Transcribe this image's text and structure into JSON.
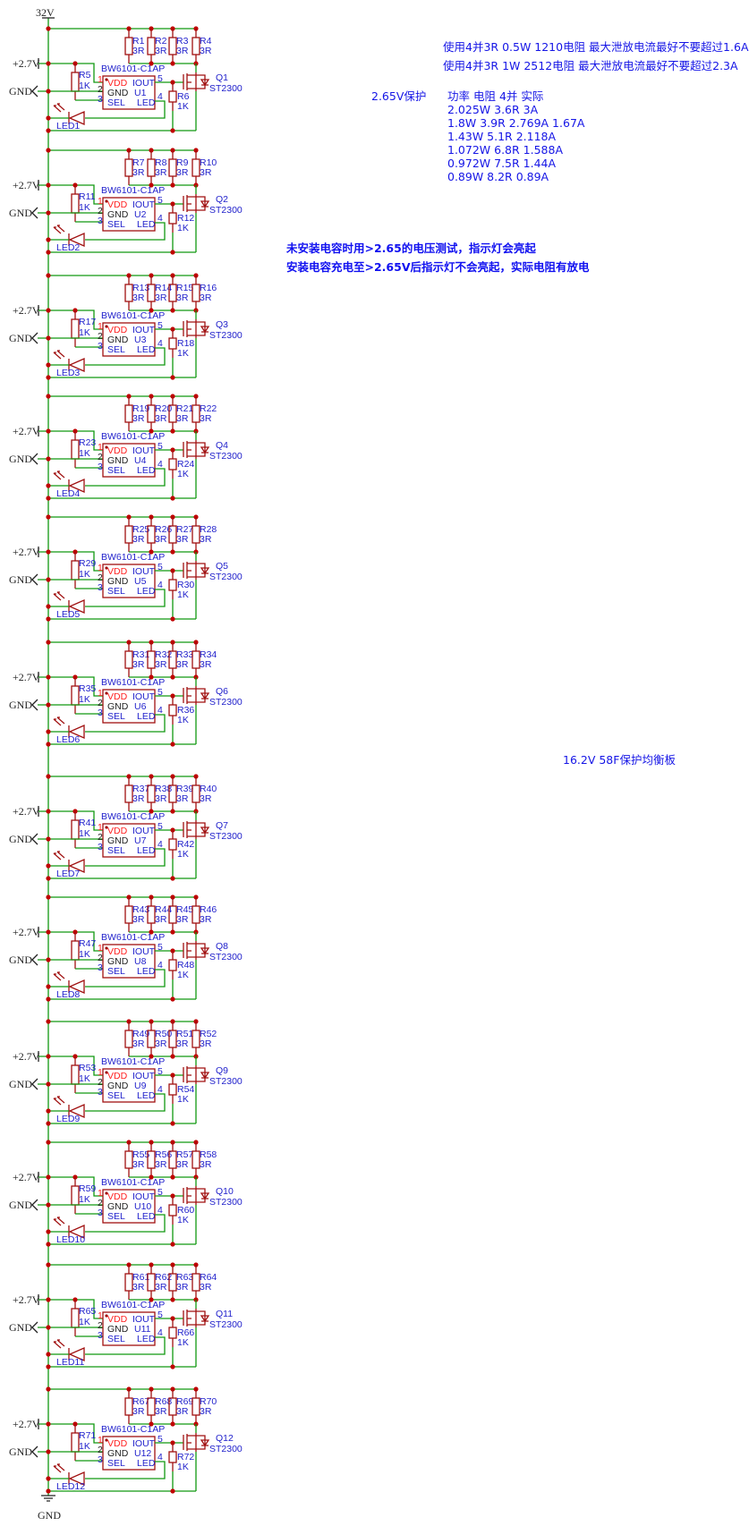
{
  "colors": {
    "wire": "#119911",
    "part": "#a01010",
    "junction": "#c00000",
    "label": "#2222cc",
    "pin1": "#ff2020",
    "text": "#1515e6"
  },
  "power": {
    "supply": "32V",
    "cell_rail": "+2.7V",
    "gnd": "GND"
  },
  "common": {
    "bleed_value": "3R",
    "res_1k": "1K",
    "chip_part": "BW6101-C1AP",
    "pin_vdd": "VDD",
    "pin_gnd": "GND",
    "pin_sel": "SEL",
    "pin_iout": "IOUT",
    "pin_led": "LED",
    "pin_nums": [
      "1",
      "2",
      "3",
      "4",
      "5"
    ],
    "mosfet": "ST2300"
  },
  "cells": [
    {
      "r": [
        "R1",
        "R2",
        "R3",
        "R4"
      ],
      "rsel": "R5",
      "rgate": "R6",
      "u": "U1",
      "q": "Q1",
      "led": "LED1"
    },
    {
      "r": [
        "R7",
        "R8",
        "R9",
        "R10"
      ],
      "rsel": "R11",
      "rgate": "R12",
      "u": "U2",
      "q": "Q2",
      "led": "LED2"
    },
    {
      "r": [
        "R13",
        "R14",
        "R15",
        "R16"
      ],
      "rsel": "R17",
      "rgate": "R18",
      "u": "U3",
      "q": "Q3",
      "led": "LED3"
    },
    {
      "r": [
        "R19",
        "R20",
        "R21",
        "R22"
      ],
      "rsel": "R23",
      "rgate": "R24",
      "u": "U4",
      "q": "Q4",
      "led": "LED4"
    },
    {
      "r": [
        "R25",
        "R26",
        "R27",
        "R28"
      ],
      "rsel": "R29",
      "rgate": "R30",
      "u": "U5",
      "q": "Q5",
      "led": "LED5"
    },
    {
      "r": [
        "R31",
        "R32",
        "R33",
        "R34"
      ],
      "rsel": "R35",
      "rgate": "R36",
      "u": "U6",
      "q": "Q6",
      "led": "LED6"
    },
    {
      "r": [
        "R37",
        "R38",
        "R39",
        "R40"
      ],
      "rsel": "R41",
      "rgate": "R42",
      "u": "U7",
      "q": "Q7",
      "led": "LED7"
    },
    {
      "r": [
        "R43",
        "R44",
        "R45",
        "R46"
      ],
      "rsel": "R47",
      "rgate": "R48",
      "u": "U8",
      "q": "Q8",
      "led": "LED8"
    },
    {
      "r": [
        "R49",
        "R50",
        "R51",
        "R52"
      ],
      "rsel": "R53",
      "rgate": "R54",
      "u": "U9",
      "q": "Q9",
      "led": "LED9"
    },
    {
      "r": [
        "R55",
        "R56",
        "R57",
        "R58"
      ],
      "rsel": "R59",
      "rgate": "R60",
      "u": "U10",
      "q": "Q10",
      "led": "LED10"
    },
    {
      "r": [
        "R61",
        "R62",
        "R63",
        "R64"
      ],
      "rsel": "R65",
      "rgate": "R66",
      "u": "U11",
      "q": "Q11",
      "led": "LED11"
    },
    {
      "r": [
        "R67",
        "R68",
        "R69",
        "R70"
      ],
      "rsel": "R71",
      "rgate": "R72",
      "u": "U12",
      "q": "Q12",
      "led": "LED12"
    }
  ],
  "notes": {
    "line1": "使用4并3R 0.5W 1210电阻 最大泄放电流最好不要超过1.6A",
    "line2": "使用4并3R 1W 2512电阻 最大泄放电流最好不要超过2.3A",
    "protect": "2.65V保护",
    "table": [
      "功率  电阻  4并  实际",
      "2.025W  3.6R  3A",
      "1.8W  3.9R  2.769A  1.67A",
      "1.43W  5.1R  2.118A",
      "1.072W  6.8R  1.588A",
      "0.972W  7.5R  1.44A",
      "0.89W  8.2R  0.89A"
    ],
    "warn1": "未安装电容时用>2.65的电压测试，指示灯会亮起",
    "warn2": "安装电容充电至>2.65V后指示灯不会亮起，实际电阻有放电",
    "title": "16.2V 58F保护均衡板"
  }
}
